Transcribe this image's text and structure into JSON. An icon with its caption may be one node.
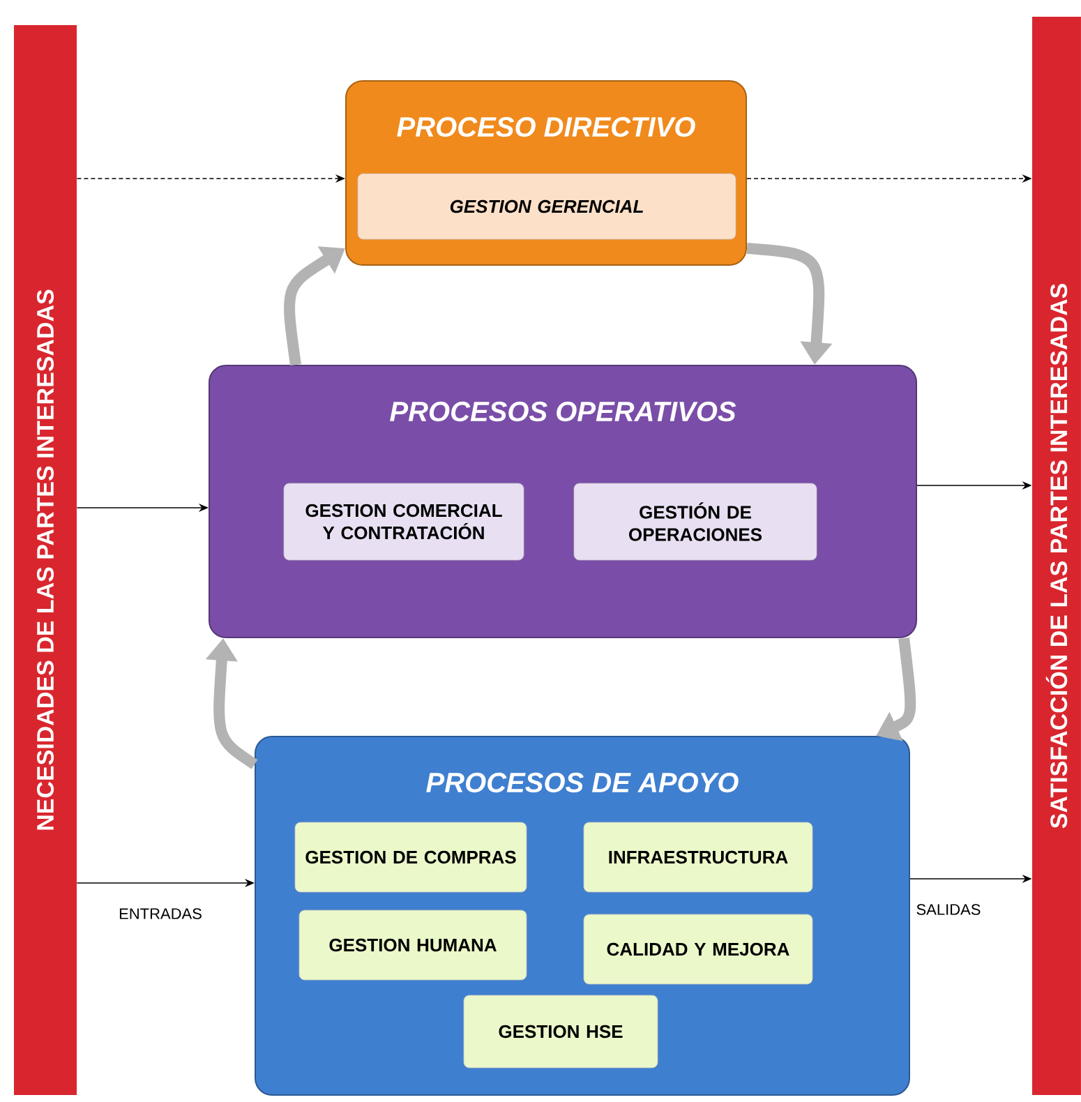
{
  "diagram": {
    "nodes": [
      {
        "text": [
          "NECESIDADES DE LAS PARTES INTERESADAS"
        ]
      },
      {
        "text": [
          "SATISFACCIÓN DE LAS PARTES INTERESADAS"
        ]
      },
      {
        "text": [
          "PROCESO DIRECTIVO"
        ]
      },
      {
        "text": [
          "GESTION GERENCIAL"
        ],
        "in": 2
      },
      {
        "text": [
          "PROCESOS OPERATIVOS"
        ]
      },
      {
        "text": [
          "GESTION COMERCIAL Y CONTRATACIÓN"
        ],
        "in": 4
      },
      {
        "text": [
          "GESTIÓN DE OPERACIONES"
        ],
        "in": 4
      },
      {
        "text": [
          "PROCESOS DE APOYO"
        ]
      },
      {
        "text": [
          "GESTION DE COMPRAS"
        ],
        "in": 7
      },
      {
        "text": [
          "INFRAESTRUCTURA"
        ],
        "in": 7
      },
      {
        "text": [
          "GESTION HUMANA"
        ],
        "in": 7
      },
      {
        "text": [
          "CALIDAD Y MEJORA"
        ],
        "in": 7
      },
      {
        "text": [
          "GESTION HSE"
        ],
        "in": 7
      }
    ],
    "edges": [
      {
        "from": 0,
        "to": 2,
        "arrow": "to",
        "style": "dashed"
      },
      {
        "from": 2,
        "to": 1,
        "arrow": "to",
        "style": "dashed"
      },
      {
        "from": 0,
        "to": 4,
        "arrow": "to"
      },
      {
        "from": 4,
        "to": 1,
        "arrow": "to"
      },
      {
        "from": 0,
        "to": 7,
        "arrow": "to",
        "label": "ENTRADAS"
      },
      {
        "from": 7,
        "to": 1,
        "arrow": "to",
        "label": "SALIDAS"
      },
      {
        "from": 4,
        "to": 2,
        "arrow": "to",
        "style": "thick",
        "color": "#b3b3b3"
      },
      {
        "from": 2,
        "to": 4,
        "arrow": "to",
        "style": "thick",
        "color": "#b3b3b3"
      },
      {
        "from": 7,
        "to": 4,
        "arrow": "to",
        "style": "thick",
        "color": "#b3b3b3"
      },
      {
        "from": 4,
        "to": 7,
        "arrow": "to",
        "style": "thick",
        "color": "#b3b3b3"
      }
    ]
  }
}
